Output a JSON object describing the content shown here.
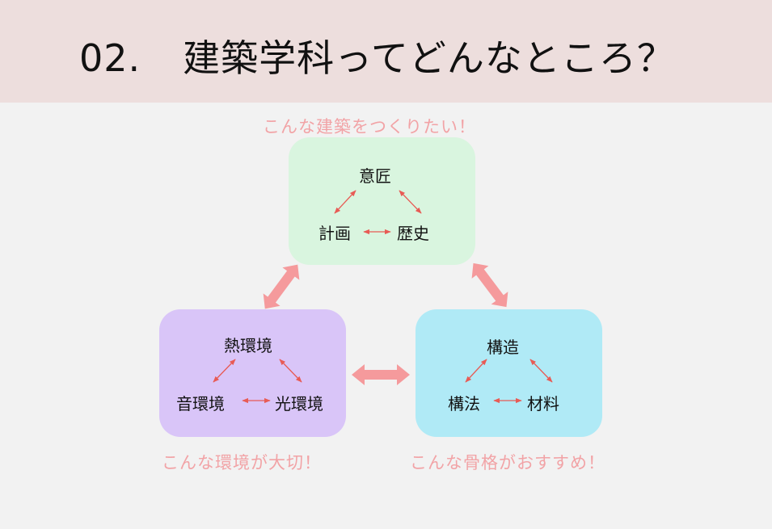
{
  "title": {
    "number": "02.",
    "text": "建築学科ってどんなところ？"
  },
  "captions": {
    "top": "こんな建築をつくりたい！",
    "left": "こんな環境が大切！",
    "right": "こんな骨格がおすすめ！"
  },
  "groups": {
    "design": {
      "top": "意匠",
      "left": "計画",
      "right": "歴史"
    },
    "environment": {
      "top": "熱環境",
      "left": "音環境",
      "right": "光環境"
    },
    "structure": {
      "top": "構造",
      "left": "構法",
      "right": "材料"
    }
  },
  "colors": {
    "header_bg": "#eddedd",
    "caption": "#f2a3a6",
    "big_arrow": "#f59a9c",
    "small_arrow": "#e85b55",
    "green_box": "#d9f5df",
    "purple_box": "#d9c5f8",
    "cyan_box": "#b0eaf6"
  }
}
